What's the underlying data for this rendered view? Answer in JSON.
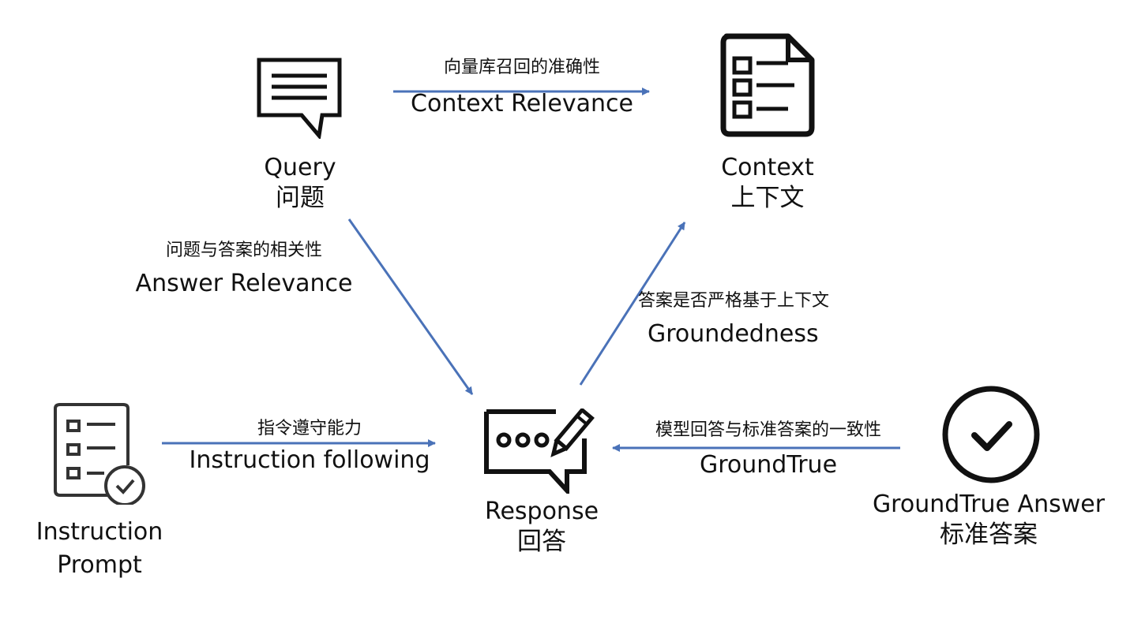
{
  "nodes": {
    "query": {
      "en": "Query",
      "zh": "问题",
      "icon": "speech-bubble-lines-icon"
    },
    "context": {
      "en": "Context",
      "zh": "上下文",
      "icon": "document-checklist-icon"
    },
    "response": {
      "en": "Response",
      "zh": "回答",
      "icon": "chat-pen-icon"
    },
    "instruction": {
      "line1": "Instruction",
      "line2": "Prompt",
      "icon": "checklist-verified-icon"
    },
    "groundtrue": {
      "en": "GroundTrue Answer",
      "zh": "标准答案",
      "icon": "check-circle-icon"
    }
  },
  "edges": {
    "context_relevance": {
      "zh": "向量库召回的准确性",
      "en": "Context Relevance"
    },
    "answer_relevance": {
      "zh": "问题与答案的相关性",
      "en": "Answer Relevance"
    },
    "groundedness": {
      "zh": "答案是否严格基于上下文",
      "en": "Groundedness"
    },
    "instruction_following": {
      "zh": "指令遵守能力",
      "en": "Instruction following"
    },
    "groundtrue": {
      "zh": "模型回答与标准答案的一致性",
      "en": "GroundTrue"
    }
  },
  "colors": {
    "arrow": "#4a72b8",
    "icon": "#111111"
  }
}
